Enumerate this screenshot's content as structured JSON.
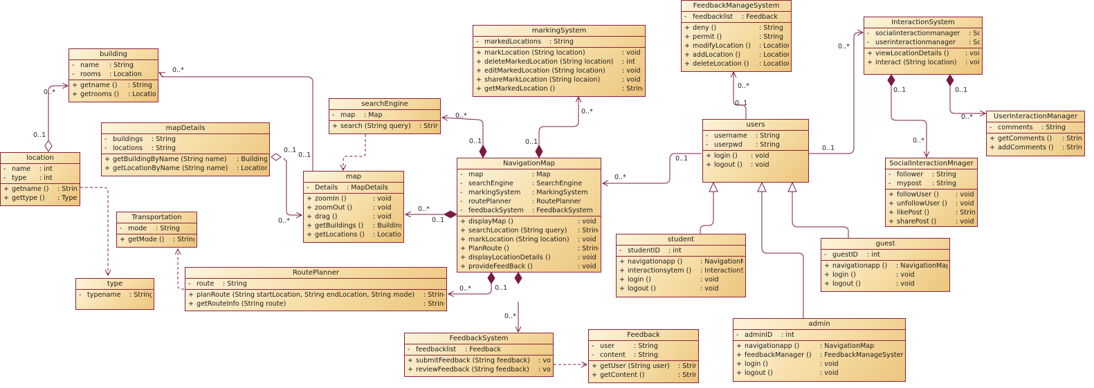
{
  "classes": [
    {
      "id": "building",
      "name": "building",
      "attributes": [
        {
          "vis": "-",
          "name": "name",
          "type": ": String"
        },
        {
          "vis": "-",
          "name": "rooms",
          "type": ": Location"
        }
      ],
      "operations": [
        {
          "vis": "+",
          "name": "getname ()",
          "type": ": String"
        },
        {
          "vis": "+",
          "name": "getrooms ()",
          "type": ": Location"
        }
      ]
    },
    {
      "id": "location",
      "name": "location",
      "attributes": [
        {
          "vis": "-",
          "name": "name",
          "type": ": int"
        },
        {
          "vis": "-",
          "name": "type",
          "type": ": int"
        }
      ],
      "operations": [
        {
          "vis": "+",
          "name": "getname ()",
          "type": ": String"
        },
        {
          "vis": "+",
          "name": "gettype ()",
          "type": ": Type"
        }
      ]
    },
    {
      "id": "mapDetails",
      "name": "mapDetails",
      "attributes": [
        {
          "vis": "-",
          "name": "buildings",
          "type": ": String"
        },
        {
          "vis": "-",
          "name": "locations",
          "type": ": String"
        }
      ],
      "operations": [
        {
          "vis": "+",
          "name": "getBuildingByName (String name)",
          "type": ": Building"
        },
        {
          "vis": "+",
          "name": "getLocationByName (String name)",
          "type": ": Location"
        }
      ]
    },
    {
      "id": "searchEngine",
      "name": "searchEngine",
      "attributes": [
        {
          "vis": "-",
          "name": "map",
          "type": ": Map"
        }
      ],
      "operations": [
        {
          "vis": "+",
          "name": "search (String query)",
          "type": ": String"
        }
      ]
    },
    {
      "id": "map",
      "name": "map",
      "attributes": [
        {
          "vis": "-",
          "name": "Details",
          "type": ": MapDetails"
        }
      ],
      "operations": [
        {
          "vis": "+",
          "name": "zoomIn ()",
          "type": ": void"
        },
        {
          "vis": "+",
          "name": "zoomOut ()",
          "type": ": void"
        },
        {
          "vis": "+",
          "name": "drag ()",
          "type": ": void"
        },
        {
          "vis": "+",
          "name": "getBuildings ()",
          "type": ": Building"
        },
        {
          "vis": "+",
          "name": "getLocations ()",
          "type": ": Location"
        }
      ]
    },
    {
      "id": "markingSystem",
      "name": "markingSystem",
      "attributes": [
        {
          "vis": "-",
          "name": "markedLocations",
          "type": ": String"
        }
      ],
      "operations": [
        {
          "vis": "+",
          "name": "markLocation (String location)",
          "type": ": void"
        },
        {
          "vis": "+",
          "name": "deleteMarkedLocation (String location)",
          "type": ": int"
        },
        {
          "vis": "+",
          "name": "editMarkedLocation (String location)",
          "type": ": void"
        },
        {
          "vis": "+",
          "name": "shareMarkLocation (String locaion)",
          "type": ": void"
        },
        {
          "vis": "+",
          "name": "getMarkedLocation ()",
          "type": ": String"
        }
      ]
    },
    {
      "id": "FeedbackManageSystem",
      "name": "FeedbackManageSystem",
      "attributes": [
        {
          "vis": "-",
          "name": "feedbacklist",
          "type": ": Feedback"
        }
      ],
      "operations": [
        {
          "vis": "+",
          "name": "deny ()",
          "type": ": String"
        },
        {
          "vis": "+",
          "name": "permit ()",
          "type": ": String"
        },
        {
          "vis": "+",
          "name": "modifyLocation ()",
          "type": ": Location"
        },
        {
          "vis": "+",
          "name": "addLocation ()",
          "type": ": Location"
        },
        {
          "vis": "+",
          "name": "deleteLocation ()",
          "type": ": Location"
        }
      ]
    },
    {
      "id": "InteractionSystem",
      "name": "InteractionSystem",
      "attributes": [
        {
          "vis": "-",
          "name": "socialinteractionmanager",
          "type": ": SocialInteractionManager"
        },
        {
          "vis": "-",
          "name": "userinteractionmanager",
          "type": ": SocialInteractionManager"
        }
      ],
      "operations": [
        {
          "vis": "+",
          "name": "viewLocationDetails ()",
          "type": ": void"
        },
        {
          "vis": "+",
          "name": "interact (String location)",
          "type": ": void"
        }
      ]
    },
    {
      "id": "UserInteractionManager",
      "name": "UserInteractionManager",
      "attributes": [
        {
          "vis": "-",
          "name": "comments",
          "type": ": String"
        }
      ],
      "operations": [
        {
          "vis": "+",
          "name": "getComments ()",
          "type": ": String"
        },
        {
          "vis": "+",
          "name": "addComments ()",
          "type": ": String"
        }
      ]
    },
    {
      "id": "users",
      "name": "users",
      "attributes": [
        {
          "vis": "-",
          "name": "username",
          "type": ": String"
        },
        {
          "vis": "-",
          "name": "userpwd",
          "type": ": String"
        }
      ],
      "operations": [
        {
          "vis": "+",
          "name": "login ()",
          "type": ": void"
        },
        {
          "vis": "+",
          "name": "logout ()",
          "type": ": void"
        }
      ]
    },
    {
      "id": "SocialInteractionMnager",
      "name": "SocialInteractionMnager",
      "attributes": [
        {
          "vis": "-",
          "name": "follower",
          "type": ": String"
        },
        {
          "vis": "-",
          "name": "mypost",
          "type": ": String"
        }
      ],
      "operations": [
        {
          "vis": "+",
          "name": "followUser ()",
          "type": ": void"
        },
        {
          "vis": "+",
          "name": "unfollowUser ()",
          "type": ": void"
        },
        {
          "vis": "+",
          "name": "likePost ()",
          "type": ": String"
        },
        {
          "vis": "+",
          "name": "sharePost ()",
          "type": ": void"
        }
      ]
    },
    {
      "id": "NavigationMap",
      "name": "NavigationMap",
      "attributes": [
        {
          "vis": "-",
          "name": "map",
          "type": ": Map"
        },
        {
          "vis": "-",
          "name": "searchEngine",
          "type": ": SearchEngine"
        },
        {
          "vis": "-",
          "name": "markingSystem",
          "type": ": MarkingSystem"
        },
        {
          "vis": "-",
          "name": "routePlanner",
          "type": ": RoutePlanner"
        },
        {
          "vis": "-",
          "name": "feedbackSystem",
          "type": ": FeedbackSystem"
        }
      ],
      "operations": [
        {
          "vis": "+",
          "name": "displayMap ()",
          "type": ": void"
        },
        {
          "vis": "+",
          "name": "searchLocation (String query)",
          "type": ": String"
        },
        {
          "vis": "+",
          "name": "markLocation (String location)",
          "type": ": void"
        },
        {
          "vis": "+",
          "name": "PlanRoute ()",
          "type": ": String"
        },
        {
          "vis": "+",
          "name": "displayLocationDetails ()",
          "type": ": void"
        },
        {
          "vis": "+",
          "name": "provideFeedBack ()",
          "type": ": void"
        }
      ]
    },
    {
      "id": "Transportation",
      "name": "Transportation",
      "attributes": [
        {
          "vis": "-",
          "name": "mode",
          "type": ": String"
        }
      ],
      "operations": [
        {
          "vis": "+",
          "name": "getMode ()",
          "type": ": String"
        }
      ]
    },
    {
      "id": "type",
      "name": "type",
      "attributes": [
        {
          "vis": "-",
          "name": "typename",
          "type": ": String"
        }
      ],
      "operations": []
    },
    {
      "id": "RoutePlanner",
      "name": "RoutePlanner",
      "attributes": [
        {
          "vis": "-",
          "name": "route",
          "type": ": String"
        }
      ],
      "operations": [
        {
          "vis": "+",
          "name": "planRoute (String startLocation, String endLocation, String mode)",
          "type": ": String"
        },
        {
          "vis": "+",
          "name": "getRouteInfo (String route)",
          "type": ": String"
        }
      ]
    },
    {
      "id": "student",
      "name": "student",
      "attributes": [
        {
          "vis": "-",
          "name": "studentID",
          "type": ": int"
        }
      ],
      "operations": [
        {
          "vis": "+",
          "name": "navigationapp ()",
          "type": ": NavigationMap"
        },
        {
          "vis": "+",
          "name": "interactionsytem ()",
          "type": ": InteractionSystem"
        },
        {
          "vis": "+",
          "name": "login ()",
          "type": ": void"
        },
        {
          "vis": "+",
          "name": "logout ()",
          "type": ": void"
        }
      ]
    },
    {
      "id": "guest",
      "name": "guest",
      "attributes": [
        {
          "vis": "-",
          "name": "guestID",
          "type": ": int"
        }
      ],
      "operations": [
        {
          "vis": "+",
          "name": "navigationapp ()",
          "type": ": NavigationMap"
        },
        {
          "vis": "+",
          "name": "login ()",
          "type": ": void"
        },
        {
          "vis": "+",
          "name": "logout ()",
          "type": ": void"
        }
      ]
    },
    {
      "id": "admin",
      "name": "admin",
      "attributes": [
        {
          "vis": "-",
          "name": "adminID",
          "type": ": int"
        }
      ],
      "operations": [
        {
          "vis": "+",
          "name": "navigationapp ()",
          "type": ": NavigationMap"
        },
        {
          "vis": "+",
          "name": "feedbackManager ()",
          "type": ": FeedbackManageSystem"
        },
        {
          "vis": "+",
          "name": "login ()",
          "type": ": void"
        },
        {
          "vis": "+",
          "name": "logout ()",
          "type": ": void"
        }
      ]
    },
    {
      "id": "FeedbackSystem",
      "name": "FeedbackSystem",
      "attributes": [
        {
          "vis": "-",
          "name": "feedbacklist",
          "type": ": Feedback"
        }
      ],
      "operations": [
        {
          "vis": "+",
          "name": "submitFeedback (String feedback)",
          "type": ": void"
        },
        {
          "vis": "+",
          "name": "reviewFeedback (String feedback)",
          "type": ": void"
        }
      ]
    },
    {
      "id": "Feedback",
      "name": "Feedback",
      "attributes": [
        {
          "vis": "-",
          "name": "user",
          "type": ": String"
        },
        {
          "vis": "-",
          "name": "content",
          "type": ": String"
        }
      ],
      "operations": [
        {
          "vis": "+",
          "name": "getUser (String user)",
          "type": ": String"
        },
        {
          "vis": "+",
          "name": "getContent ()",
          "type": ": String"
        }
      ]
    }
  ],
  "multiplicities": [
    "0..*",
    "0..*",
    "0..1",
    "0..1",
    "0..1",
    "0..*",
    "0..*",
    "0..1",
    "0..*",
    "0..1",
    "0..*",
    "0..1",
    "0..1",
    "0..*",
    "0..*",
    "0..1",
    "0..*",
    "0..1",
    "0..1",
    "0..*",
    "0..1",
    "0..*",
    "0..1",
    "0..*",
    "0..*"
  ]
}
